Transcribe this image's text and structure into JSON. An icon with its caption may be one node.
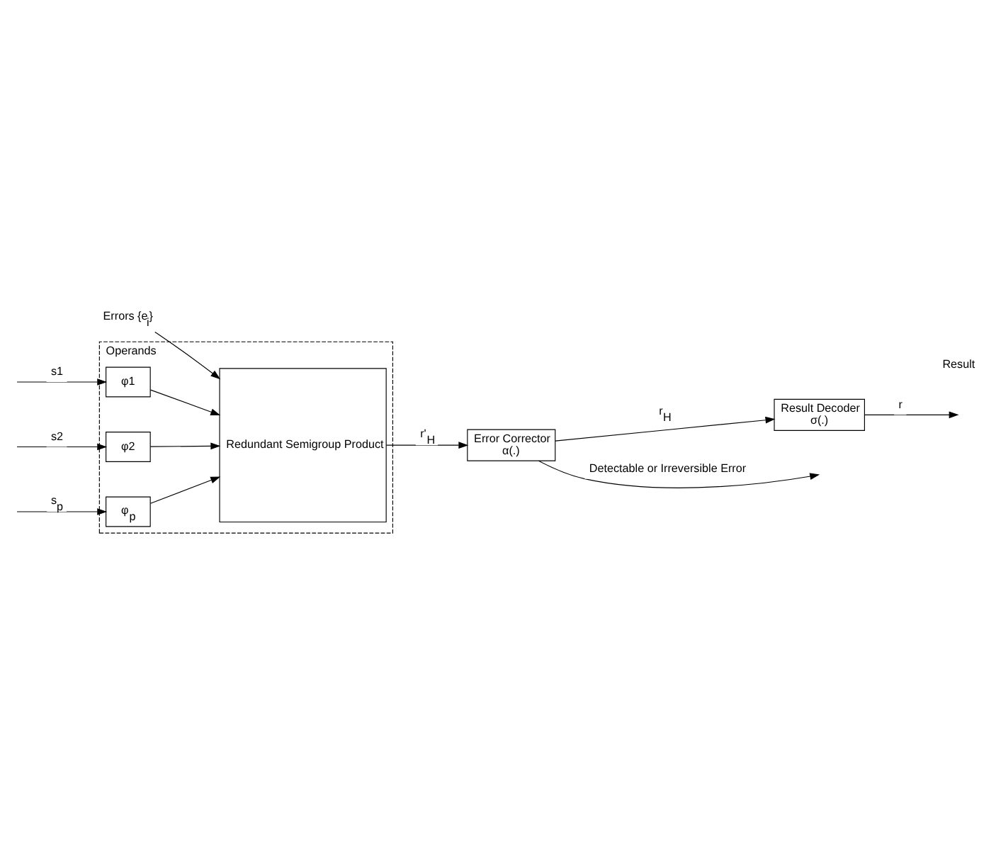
{
  "diagram": {
    "nodes": [
      {
        "text": [
          "Operands"
        ]
      },
      {
        "text": [
          "φ1"
        ],
        "in": 0
      },
      {
        "text": [
          "φ2"
        ],
        "in": 0
      },
      {
        "text": [
          "φ$_{p}$"
        ],
        "in": 0
      },
      {
        "text": [
          "Redundant Semigroup Product"
        ],
        "in": 0
      },
      {
        "text": [
          "Error Corrector",
          "α(.)"
        ]
      },
      {
        "text": [
          "Result Decoder",
          "σ(.)"
        ]
      },
      {
        "text": [
          "Errors {e$_{i}$}"
        ]
      }
    ],
    "edges": [
      {
        "from": null,
        "to": 1,
        "arrow": "to",
        "label": "s1"
      },
      {
        "from": null,
        "to": 2,
        "arrow": "to",
        "label": "s2"
      },
      {
        "from": null,
        "to": 3,
        "arrow": "to",
        "label": "s$_{p}$"
      },
      {
        "from": 1,
        "to": 4,
        "arrow": "to"
      },
      {
        "from": 2,
        "to": 4,
        "arrow": "to"
      },
      {
        "from": 3,
        "to": 4,
        "arrow": "to"
      },
      {
        "from": 7,
        "to": 4,
        "arrow": "to"
      },
      {
        "from": 4,
        "to": 5,
        "arrow": "to",
        "label": "r'$_{H}$"
      },
      {
        "from": 5,
        "to": null,
        "arrow": "to",
        "label": "Detectable or Irreversible Error"
      },
      {
        "from": 5,
        "to": 6,
        "arrow": "to",
        "label": "r$_{H}$"
      },
      {
        "from": 6,
        "to": null,
        "arrow": "to",
        "label": "r"
      }
    ],
    "labels": [
      "Result"
    ]
  }
}
